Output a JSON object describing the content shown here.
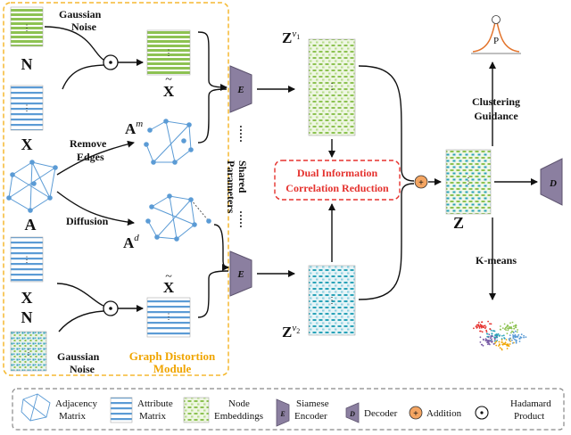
{
  "module": {
    "title_line1": "Graph Distortion",
    "title_line2": "Module",
    "gaussian_noise_line1": "Gaussian",
    "gaussian_noise_line2": "Noise",
    "remove_edges_line1": "Remove",
    "remove_edges_line2": "Edges",
    "diffusion": "Diffusion",
    "N": "N",
    "X": "X",
    "A": "A",
    "Xtilde": "X",
    "Am_base": "A",
    "Am_sup": "m",
    "Ad_base": "A",
    "Ad_sup": "d",
    "dots": "⋮"
  },
  "encoder": {
    "letter": "E",
    "shared_line1": "Shared",
    "shared_line2": "Parameters",
    "dots": "·····"
  },
  "embeddings": {
    "Zv1_base": "Z",
    "Zv1_sup": "v",
    "Zv1_sub": "1",
    "Zv2_base": "Z",
    "Zv2_sup": "v",
    "Zv2_sub": "2",
    "Z": "Z"
  },
  "dicr": {
    "line1": "Dual Information",
    "line2": "Correlation Reduction"
  },
  "right": {
    "clustering_line1": "Clustering",
    "clustering_line2": "Guidance",
    "kmeans": "K-means",
    "decoder_letter": "D",
    "plus": "+",
    "P": "P"
  },
  "legend": {
    "adjacency_line1": "Adjacency",
    "adjacency_line2": "Matrix",
    "attribute_line1": "Attribute",
    "attribute_line2": "Matrix",
    "node_line1": "Node",
    "node_line2": "Embeddings",
    "siamese_line1": "Siamese",
    "siamese_line2": "Encoder",
    "decoder": "Decoder",
    "addition": "Addition",
    "hadamard_line1": "Hadamard",
    "hadamard_line2": "Product",
    "enc_letter": "E",
    "dec_letter": "D",
    "plus": "+"
  },
  "colors": {
    "module_border": "#f5b930",
    "module_title": "#f0a500",
    "green": "#8dc252",
    "blue": "#5b9bd5",
    "teal": "#2aa3b8",
    "purple": "#8b7fa0",
    "red": "#e5322e",
    "orange": "#f4a562"
  }
}
